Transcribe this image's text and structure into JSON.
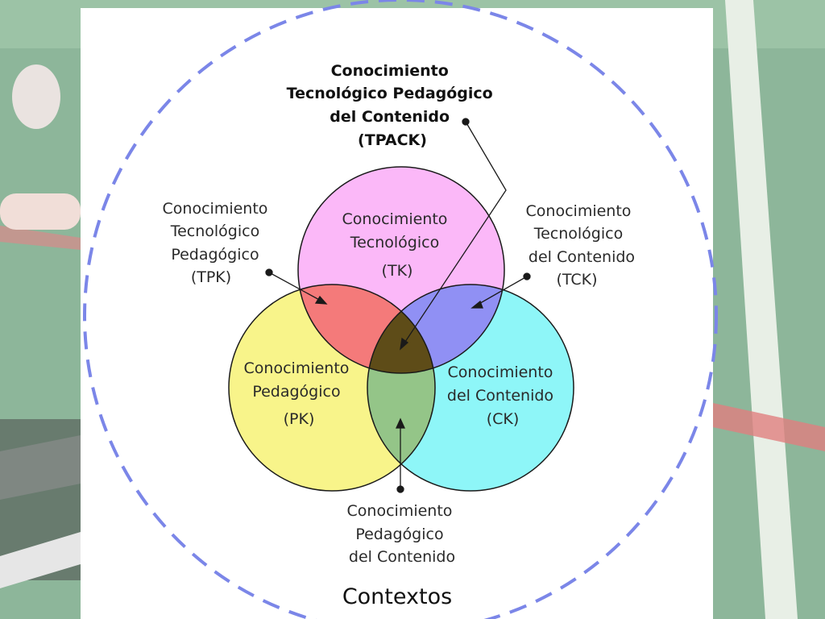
{
  "colors": {
    "tk_circle": "#fbb8f8",
    "pk_circle": "#f8f48a",
    "ck_circle": "#8ef6f8",
    "tpk_region": "#f47a7a",
    "tck_region": "#9090f4",
    "pck_region": "#94c588",
    "tpack_region": "#5e4c18",
    "context_ring": "#7b86e8"
  },
  "tk": {
    "line1": "Conocimiento",
    "line2": "Tecnológico",
    "line3": "(TK)"
  },
  "pk": {
    "line1": "Conocimiento",
    "line2": "Pedagógico",
    "line3": "(PK)"
  },
  "ck": {
    "line1": "Conocimiento",
    "line2": "del Contenido",
    "line3": "(CK)"
  },
  "tpack": {
    "line1": "Conocimiento",
    "line2": "Tecnológico Pedagógico",
    "line3": "del Contenido",
    "line4": "(TPACK)"
  },
  "tpk": {
    "line1": "Conocimiento",
    "line2": "Tecnológico",
    "line3": "Pedagógico",
    "line4": "(TPK)"
  },
  "tck": {
    "line1": "Conocimiento",
    "line2": "Tecnológico",
    "line3": "del Contenido",
    "line4": "(TCK)"
  },
  "pck": {
    "line1": "Conocimiento",
    "line2": "Pedagógico",
    "line3": "del Contenido"
  },
  "context": {
    "label": "Contextos"
  }
}
